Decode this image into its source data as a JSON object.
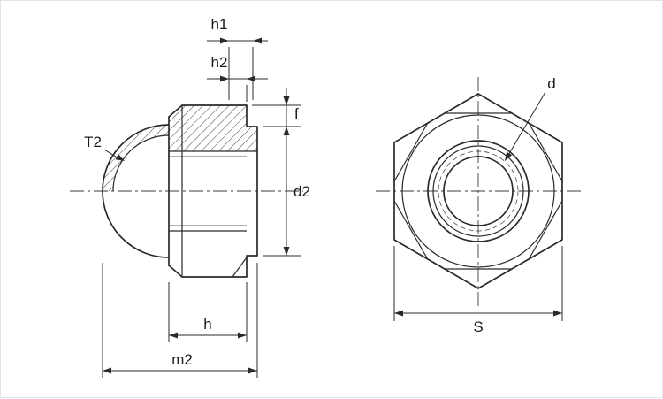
{
  "colors": {
    "line": "#2a2a2a",
    "background": "#ffffff"
  },
  "side_view": {
    "labels": {
      "h1": "h1",
      "h2": "h2",
      "f": "f",
      "T2": "T2",
      "d2": "d2",
      "h": "h",
      "m2": "m2"
    }
  },
  "front_view": {
    "labels": {
      "d": "d",
      "S": "S"
    }
  }
}
